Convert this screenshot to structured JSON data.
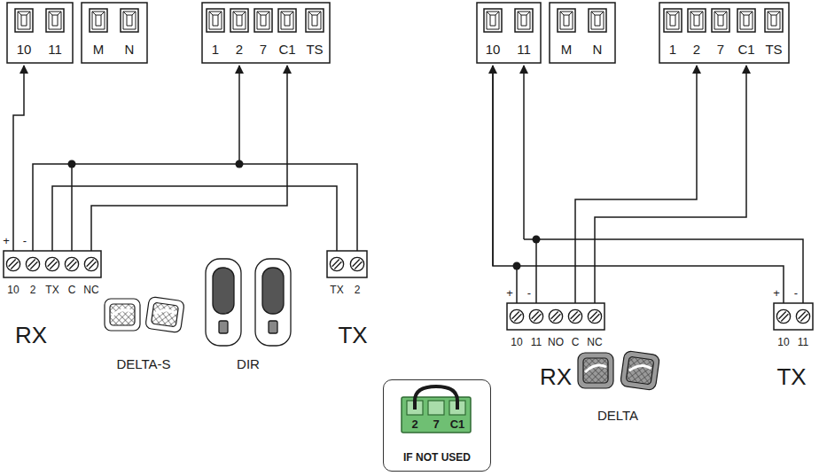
{
  "diagram": {
    "nodes": [
      {
        "text": [
          "IF NOT USED"
        ]
      }
    ],
    "labels": [
      "10",
      "11",
      "M",
      "N",
      "1",
      "2",
      "7",
      "C1",
      "TS",
      "+",
      "-",
      "10",
      "2",
      "TX",
      "C",
      "NC",
      "TX",
      "2",
      "RX",
      "DELTA-S",
      "DIR",
      "TX",
      "10",
      "11",
      "M",
      "N",
      "1",
      "2",
      "7",
      "C1",
      "TS",
      "+",
      "-",
      "10",
      "11",
      "NO",
      "C",
      "NC",
      "+",
      "-",
      "10",
      "11",
      "RX",
      "DELTA",
      "TX",
      "2",
      "7",
      "C1"
    ]
  }
}
